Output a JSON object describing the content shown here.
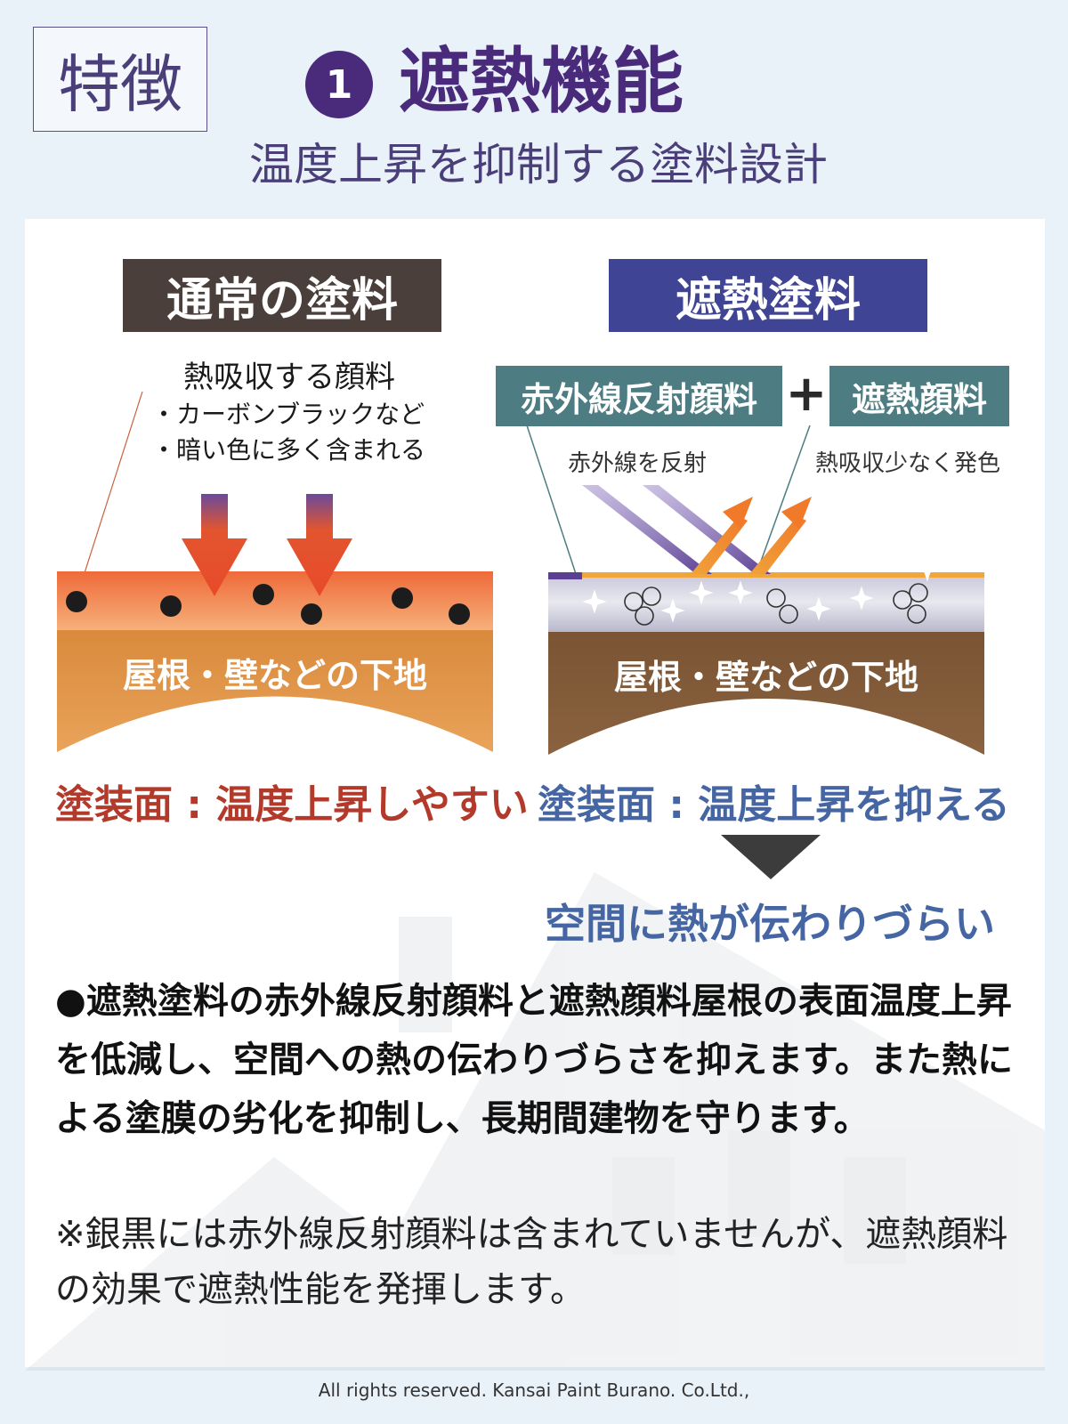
{
  "header": {
    "tag": "特徴",
    "number": "1",
    "title": "遮熱機能",
    "subtitle": "温度上昇を抑制する塗料設計"
  },
  "normal_paint": {
    "header": "通常の塗料",
    "pigment_title": "熱吸収する顔料",
    "pigment_items": [
      "・カーボンブラックなど",
      "・暗い色に多く含まれる"
    ],
    "substrate_label": "屋根・壁などの下地",
    "result": "塗装面 : 温度上昇しやすい"
  },
  "heat_paint": {
    "header": "遮熱塗料",
    "ir_pigment": "赤外線反射顔料",
    "plus": "+",
    "heat_pigment": "遮熱顔料",
    "ir_note": "赤外線を反射",
    "heat_note": "熱吸収少なく発色",
    "substrate_label": "屋根・壁などの下地",
    "result": "塗装面 : 温度上昇を抑える",
    "conclusion": "空間に熱が伝わりづらい"
  },
  "description": {
    "main": "●遮熱塗料の赤外線反射顔料と遮熱顔料屋根の表面温度上昇を低減し、空間への熱の伝わりづらさを抑えます。また熱による塗膜の劣化を抑制し、長期間建物を守ります。",
    "note": "※銀黒には赤外線反射顔料は含まれていませんが、遮熱顔料の効果で遮熱性能を発揮します。"
  },
  "footer": {
    "copyright": "All rights reserved. Kansai Paint Burano. Co.Ltd.,"
  },
  "colors": {
    "title_purple": "#4a2a7a",
    "normal_header": "#4a3f3a",
    "heat_header": "#3f4594",
    "teal_label": "#4d7d82",
    "result_red": "#b33a2b",
    "result_blue": "#4566a3"
  }
}
